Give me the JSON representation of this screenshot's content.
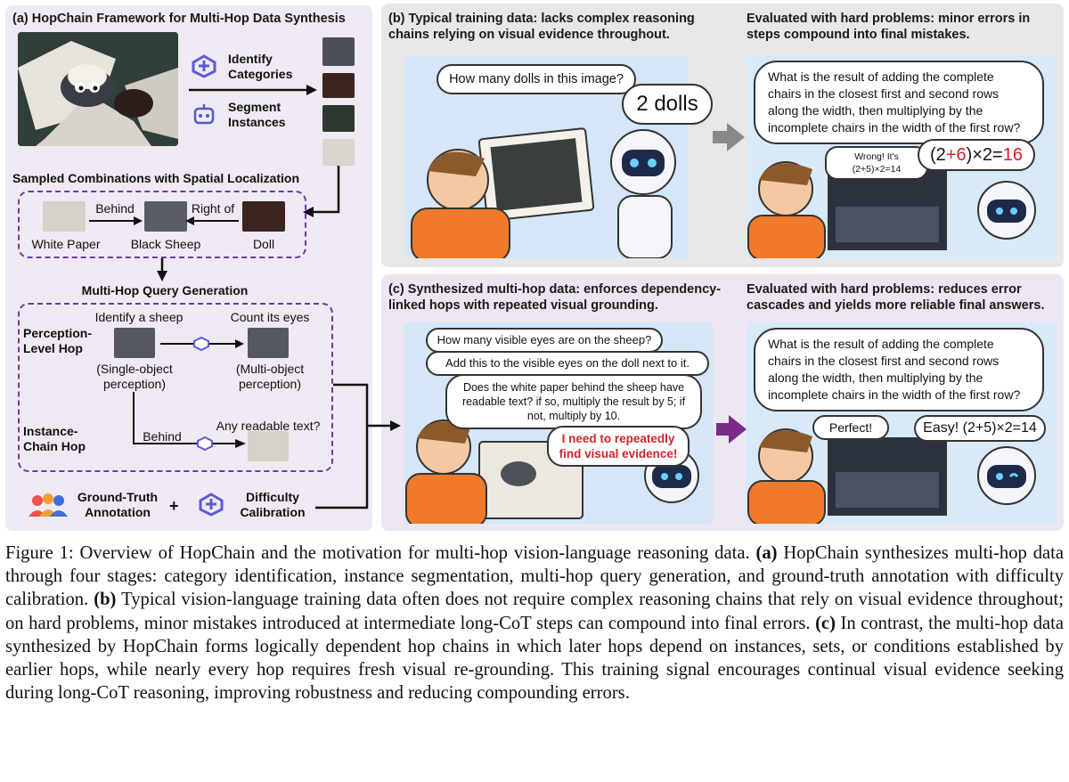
{
  "panel_a": {
    "title": "(a) HopChain Framework for Multi-Hop Data Synthesis",
    "identify": "Identify Categories",
    "segment": "Segment Instances",
    "sampled_title": "Sampled Combinations with Spatial Localization",
    "rel_behind": "Behind",
    "rel_right_of": "Right of",
    "obj_white_paper": "White Paper",
    "obj_black_sheep": "Black Sheep",
    "obj_doll": "Doll",
    "query_title": "Multi-Hop Query Generation",
    "perception_hop": "Perception-Level Hop",
    "identify_sheep": "Identify a sheep",
    "count_eyes": "Count its eyes",
    "single_obj": "(Single-object perception)",
    "multi_obj": "(Multi-object perception)",
    "instance_hop": "Instance-Chain Hop",
    "behind2": "Behind",
    "any_text": "Any readable text?",
    "gt_annotation": "Ground-Truth Annotation",
    "plus": "+",
    "difficulty": "Difficulty Calibration"
  },
  "panel_b": {
    "left_title": "(b)  Typical training data: lacks complex reasoning chains relying on visual evidence throughout.",
    "right_title": "Evaluated with hard problems: minor errors in steps compound into final mistakes.",
    "q1": "How many dolls in this image?",
    "a1": "2 dolls",
    "q2": "What is the result of adding the complete chairs in the closest first and second rows along the width, then multiplying by the incomplete chairs in the width of the first row?",
    "wrong": "Wrong! It's (2+5)×2=14",
    "ans_pre": "(2",
    "ans_plus6": "+6",
    "ans_mid": ")×2=",
    "ans_16": "16"
  },
  "panel_c": {
    "left_title": "(c)  Synthesized multi-hop data: enforces dependency-linked hops with repeated visual grounding.",
    "right_title": "Evaluated with hard problems: reduces error cascades and yields more reliable final answers.",
    "b1": "How many visible eyes are on the sheep?",
    "b2": "Add this to the visible eyes on the doll next to it.",
    "b3": "Does the white paper behind the sheep have readable text? if so, multiply the result by 5; if not, multiply by 10.",
    "b4": "I need to repeatedly find visual evidence!",
    "q2": "What is the result of adding the complete chairs in the closest first and second rows along the width, then multiplying by the incomplete chairs in the width of the first row?",
    "perfect": "Perfect!",
    "easy": "Easy! (2+5)×2=14"
  },
  "caption": {
    "fig": "Figure 1: Overview of HopChain and the motivation for multi-hop vision-language reasoning data.",
    "a_tag": "(a)",
    "a_text": "HopChain synthesizes multi-hop data through four stages: category identification, instance segmentation, multi-hop query generation, and ground-truth annotation with difficulty calibration.",
    "b_tag": "(b)",
    "b_text": "Typical vision-language training data often does not require complex reasoning chains that rely on visual evidence throughout; on hard problems, minor mistakes introduced at intermediate long-CoT steps can compound into final errors.",
    "c_tag": "(c)",
    "c_text": "In contrast, the multi-hop data synthesized by HopChain forms logically dependent hop chains in which later hops depend on instances, sets, or conditions established by earlier hops, while nearly every hop requires fresh visual re-grounding. This training signal encourages continual visual evidence seeking during long-CoT reasoning, improving robustness and reducing compounding errors."
  },
  "colors": {
    "accent_purple": "#6b3aa0",
    "arrow_gray": "#888888",
    "arrow_purple": "#7a2a88",
    "wrong_red": "#d2232a"
  },
  "icons": [
    "model-logo-icon",
    "robot-icon",
    "people-icon",
    "arrow-icon"
  ]
}
